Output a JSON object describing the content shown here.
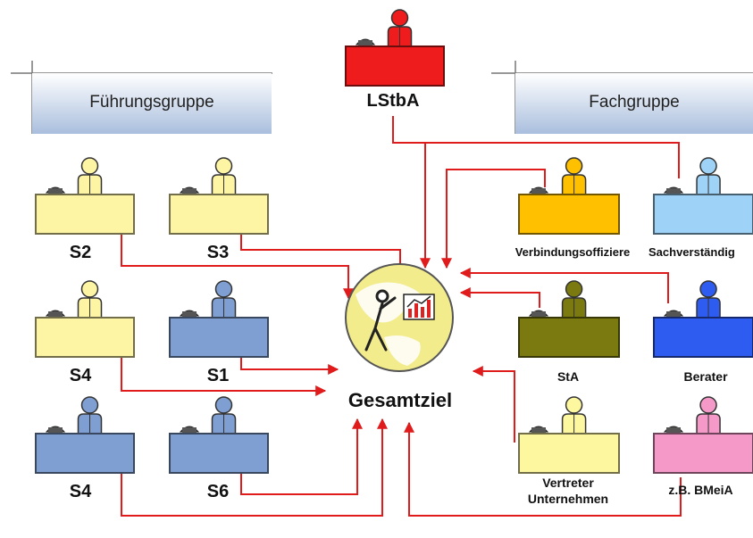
{
  "groups": {
    "left": "Führungsgruppe",
    "right": "Fachgruppe"
  },
  "center": {
    "goal": "Gesamtziel",
    "head": "LStbA"
  },
  "desks": [
    {
      "id": "lstba",
      "label": "LStbA",
      "color": "#ee1c1c"
    },
    {
      "id": "s2",
      "label": "S2",
      "color": "#fdf4a4"
    },
    {
      "id": "s3",
      "label": "S3",
      "color": "#fdf4a4"
    },
    {
      "id": "s4a",
      "label": "S4",
      "color": "#fdf4a4"
    },
    {
      "id": "s1",
      "label": "S1",
      "color": "#7f9fd2"
    },
    {
      "id": "s4b",
      "label": "S4",
      "color": "#7f9fd2"
    },
    {
      "id": "s6",
      "label": "S6",
      "color": "#7f9fd2"
    },
    {
      "id": "vo",
      "label": "Verbindungsoffiziere",
      "color": "#ffc000"
    },
    {
      "id": "sv",
      "label": "Sachverständig",
      "color": "#9fd2f7"
    },
    {
      "id": "sta",
      "label": "StA",
      "color": "#7a7a10"
    },
    {
      "id": "berater",
      "label": "Berater",
      "color": "#2e5cf0"
    },
    {
      "id": "vu",
      "label": "Vertreter Unternehmen",
      "label_lines": [
        "Vertreter",
        "Unternehmen"
      ],
      "color": "#fdf7a0"
    },
    {
      "id": "bmeia",
      "label": "z.B. BMeiA",
      "color": "#f59ac8"
    }
  ],
  "colors": {
    "arrow": "#e01b1b",
    "group_tab_top": "#ffffff",
    "group_tab_bottom": "#a9bedd",
    "globe": "#f2ec8c"
  }
}
